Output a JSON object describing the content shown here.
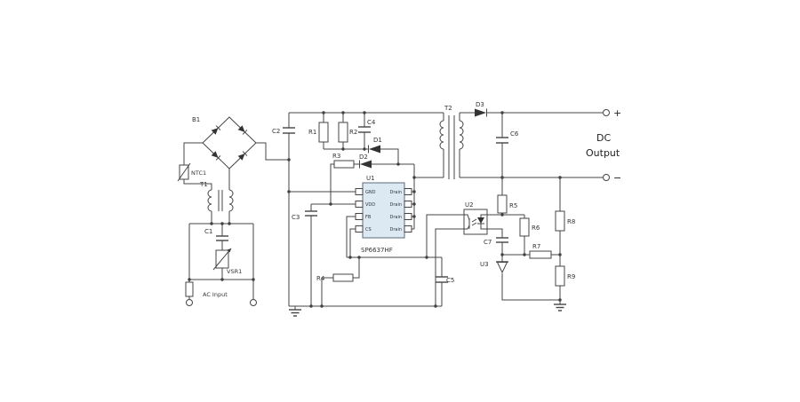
{
  "schematic": {
    "ac_input_label": "AC Input",
    "dc_output": {
      "line1": "DC",
      "line2": "Output",
      "plus": "+",
      "minus": "−"
    },
    "components": {
      "b1": "B1",
      "ntc1": "NTC1",
      "t1": "T1",
      "c1": "C1",
      "vsr1": "VSR1",
      "c2": "C2",
      "r1": "R1",
      "r2": "R2",
      "c4": "C4",
      "d1": "D1",
      "d2": "D2",
      "r3": "R3",
      "c3": "C3",
      "r4": "R4",
      "c5": "C5",
      "t2": "T2",
      "d3": "D3",
      "c6": "C6",
      "u2": "U2",
      "r5": "R5",
      "r6": "R6",
      "r7": "R7",
      "r8": "R8",
      "r9": "R9",
      "c7": "C7",
      "u3": "U3"
    },
    "u1": {
      "ref": "U1",
      "part": "SP6637HF",
      "pins_left": [
        "GND",
        "VDD",
        "FB",
        "CS"
      ],
      "pins_right": [
        "Drain",
        "Drain",
        "Drain",
        "Drain"
      ]
    }
  },
  "colors": {
    "wire": "#444444",
    "ic_fill": "#dce8f2",
    "background": "#ffffff"
  }
}
